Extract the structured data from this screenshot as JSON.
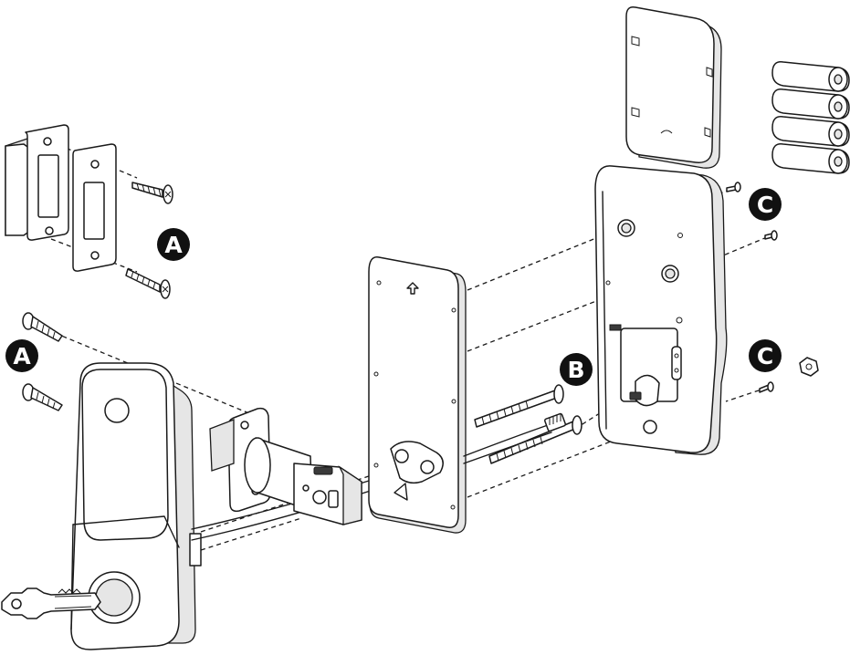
{
  "diagram": {
    "callouts": {
      "strike_screws": "A",
      "mount_screws": "A",
      "bolts": "B",
      "cover_screws": "C",
      "nut_screw": "C"
    },
    "colors": {
      "ink": "#1a1a1a",
      "badge_fill": "#111111",
      "badge_text": "#ffffff",
      "shade": "#e6e6e6",
      "background": "#ffffff"
    },
    "icons": {
      "battery": "cylinder-cell",
      "screw": "phillips-wood-screw",
      "key": "door-key"
    }
  }
}
